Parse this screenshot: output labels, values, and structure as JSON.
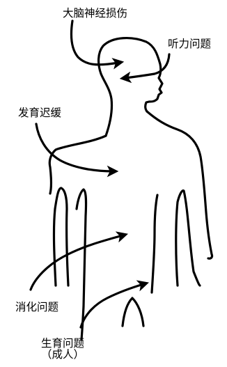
{
  "labels": {
    "brain": "大脑神经损伤",
    "hearing": "听力问题",
    "development": "发育迟缓",
    "digestion": "消化问题",
    "reproduction_line1": "生育问题",
    "reproduction_line2": "（成人）"
  },
  "colors": {
    "ink": "#000000",
    "background": "#ffffff"
  }
}
